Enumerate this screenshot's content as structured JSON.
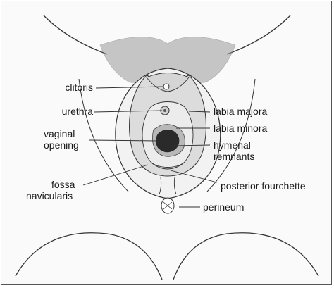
{
  "labels": {
    "clitoris": "clitoris",
    "urethra": "urethra",
    "vaginal_opening": [
      "vaginal",
      "opening"
    ],
    "fossa_navicularis": [
      "fossa",
      "navicularis"
    ],
    "labia_majora": "labia majora",
    "labia_minora": "labia minora",
    "hymenal_remnants": [
      "hymenal",
      "remnants"
    ],
    "posterior_fourchette": "posterior fourchette",
    "perineum": "perineum"
  },
  "colors": {
    "line": "#333333",
    "hair": "#6b6b6b",
    "tissue_light": "#e8e8e8",
    "tissue_mid": "#c8c8c8",
    "opening": "#2a2a2a"
  }
}
